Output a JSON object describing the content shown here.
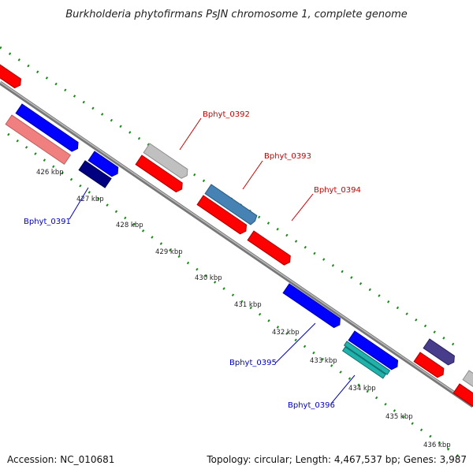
{
  "title": "Burkholderia phytofirmans PsJN chromosome 1, complete genome",
  "footer": {
    "accession": "Accession: NC_010681",
    "topology": "Topology: circular; Length: 4,467,537 bp; Genes: 3,987"
  },
  "colors": {
    "forward_red": "#ff0000",
    "blue": "#0000ff",
    "navy": "#000080",
    "pink": "#f08080",
    "silver": "#c0c0c0",
    "steelblue": "#4682b4",
    "slate": "#483d8b",
    "cyan": "#20b2aa",
    "backbone": "#808080",
    "ticks": "#1a8a1a",
    "label_red": "#cc0000",
    "label_blue": "#0000cc"
  },
  "kbp_ticks": [
    "426 kbp",
    "427 kbp",
    "428 kbp",
    "429 kbp",
    "430 kbp",
    "431 kbp",
    "432 kbp",
    "433 kbp",
    "434 kbp",
    "435 kbp",
    "436 kbp"
  ],
  "gene_labels": [
    {
      "id": "0391",
      "text": "Bphyt_0391",
      "color": "blue"
    },
    {
      "id": "0392",
      "text": "Bphyt_0392",
      "color": "red"
    },
    {
      "id": "0393",
      "text": "Bphyt_0393",
      "color": "red"
    },
    {
      "id": "0394",
      "text": "Bphyt_0394",
      "color": "red"
    },
    {
      "id": "0395",
      "text": "Bphyt_0395",
      "color": "blue"
    },
    {
      "id": "0396",
      "text": "Bphyt_0396",
      "color": "blue"
    }
  ]
}
